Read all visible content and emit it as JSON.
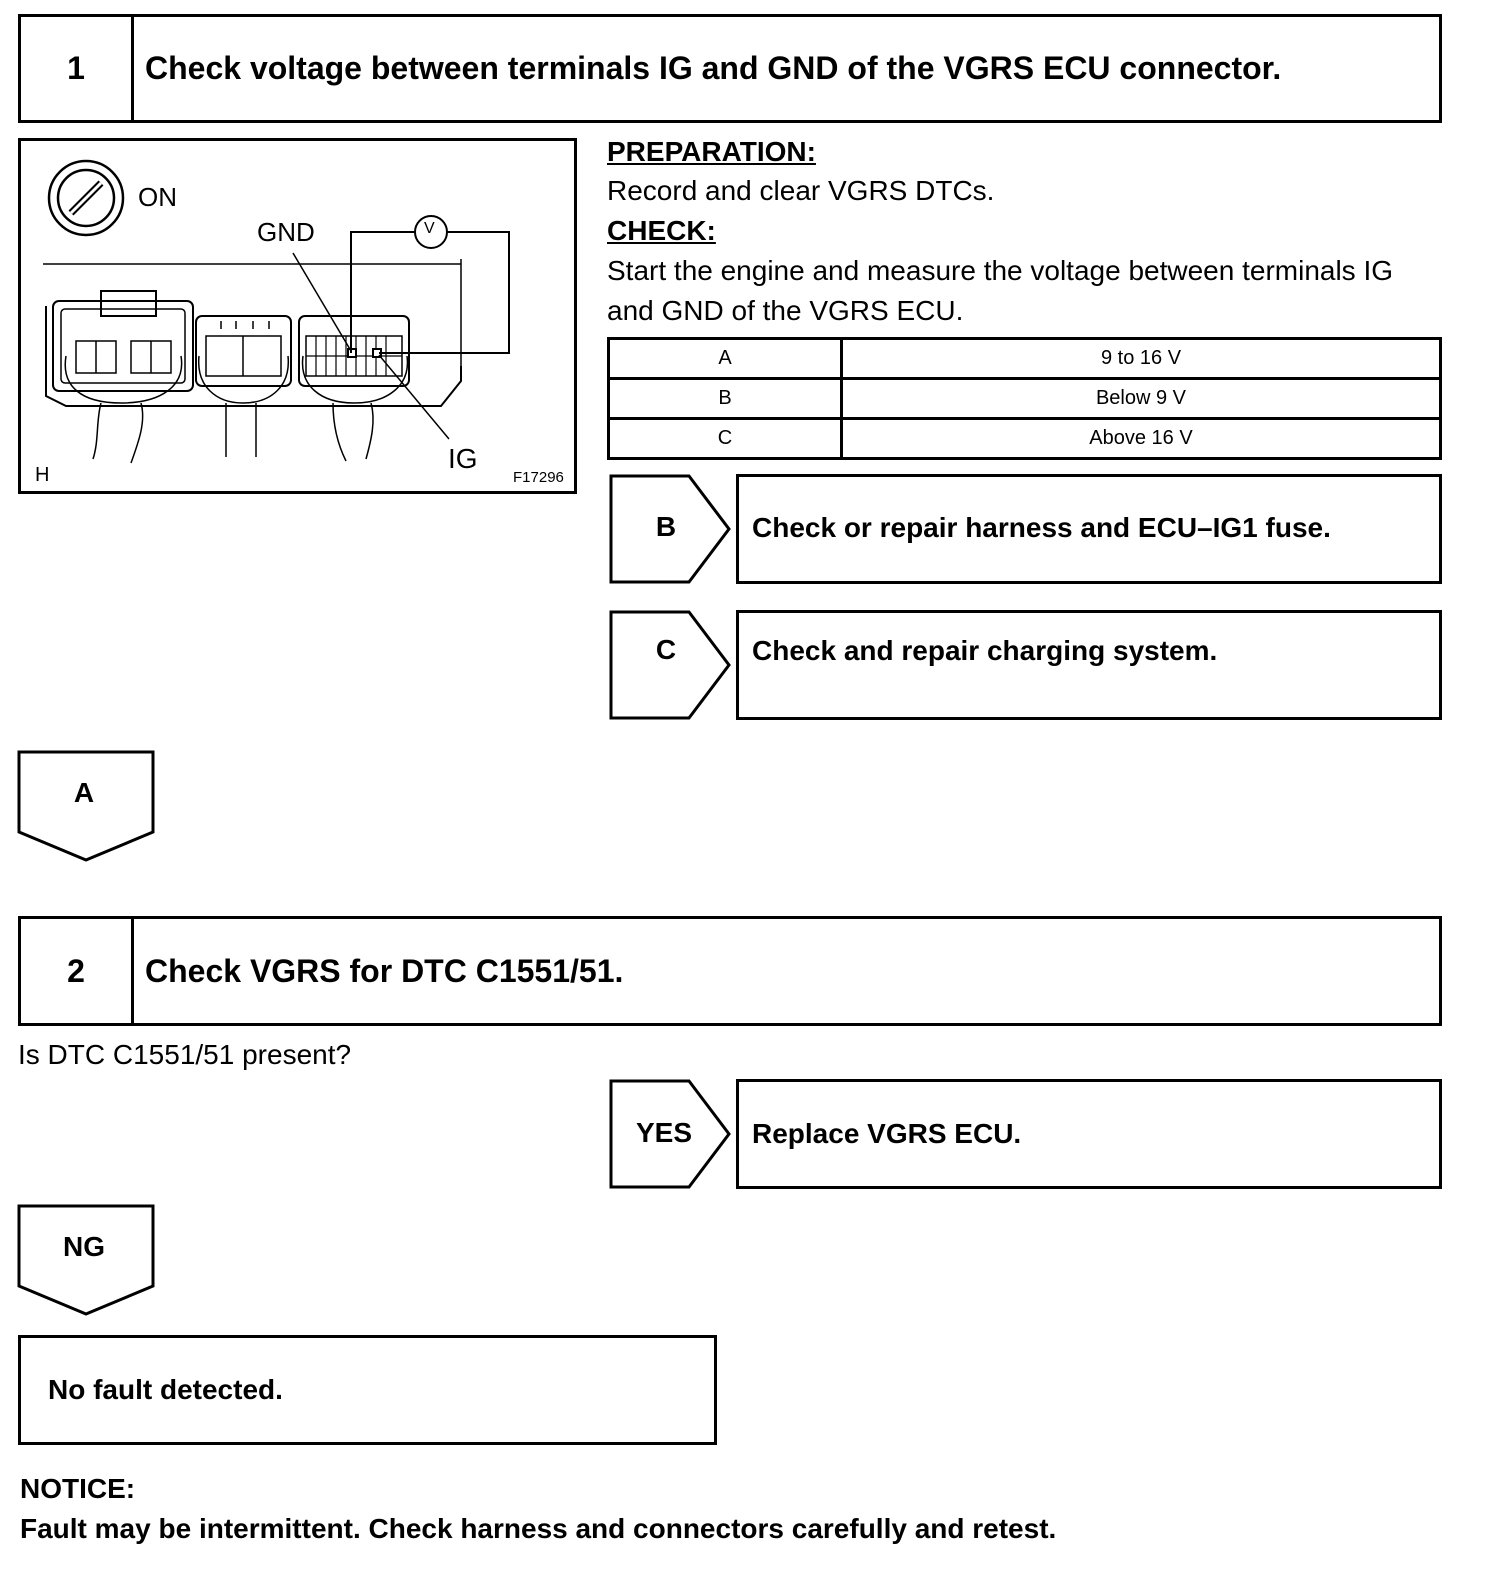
{
  "step1": {
    "number": "1",
    "title": "Check voltage between terminals IG and GND of the VGRS ECU connector."
  },
  "diagram": {
    "switch_label": "ON",
    "gnd_label": "GND",
    "ig_label": "IG",
    "meter_label": "V",
    "corner_label": "H",
    "figure_id": "F17296"
  },
  "preparation": {
    "heading": "PREPARATION:",
    "text": "Record and clear VGRS DTCs."
  },
  "check": {
    "heading": "CHECK:",
    "line1": "Start the engine and measure the voltage between terminals IG",
    "line2": "and GND of the VGRS ECU."
  },
  "voltage_table": [
    {
      "code": "A",
      "value": "9 to 16 V"
    },
    {
      "code": "B",
      "value": "Below 9 V"
    },
    {
      "code": "C",
      "value": "Above 16 V"
    }
  ],
  "branch_b": {
    "tag": "B",
    "text": "Check or repair harness and ECU–IG1 fuse."
  },
  "branch_c": {
    "tag": "C",
    "text": "Check and repair charging system."
  },
  "flow_a": {
    "tag": "A"
  },
  "step2": {
    "number": "2",
    "title": "Check VGRS for DTC C1551/51."
  },
  "question": "Is DTC C1551/51 present?",
  "branch_yes": {
    "tag": "YES",
    "text": "Replace VGRS ECU."
  },
  "flow_ng": {
    "tag": "NG"
  },
  "no_fault": "No fault detected.",
  "notice": {
    "heading": "NOTICE:",
    "text": "Fault may be intermittent. Check harness and connectors carefully and retest."
  }
}
